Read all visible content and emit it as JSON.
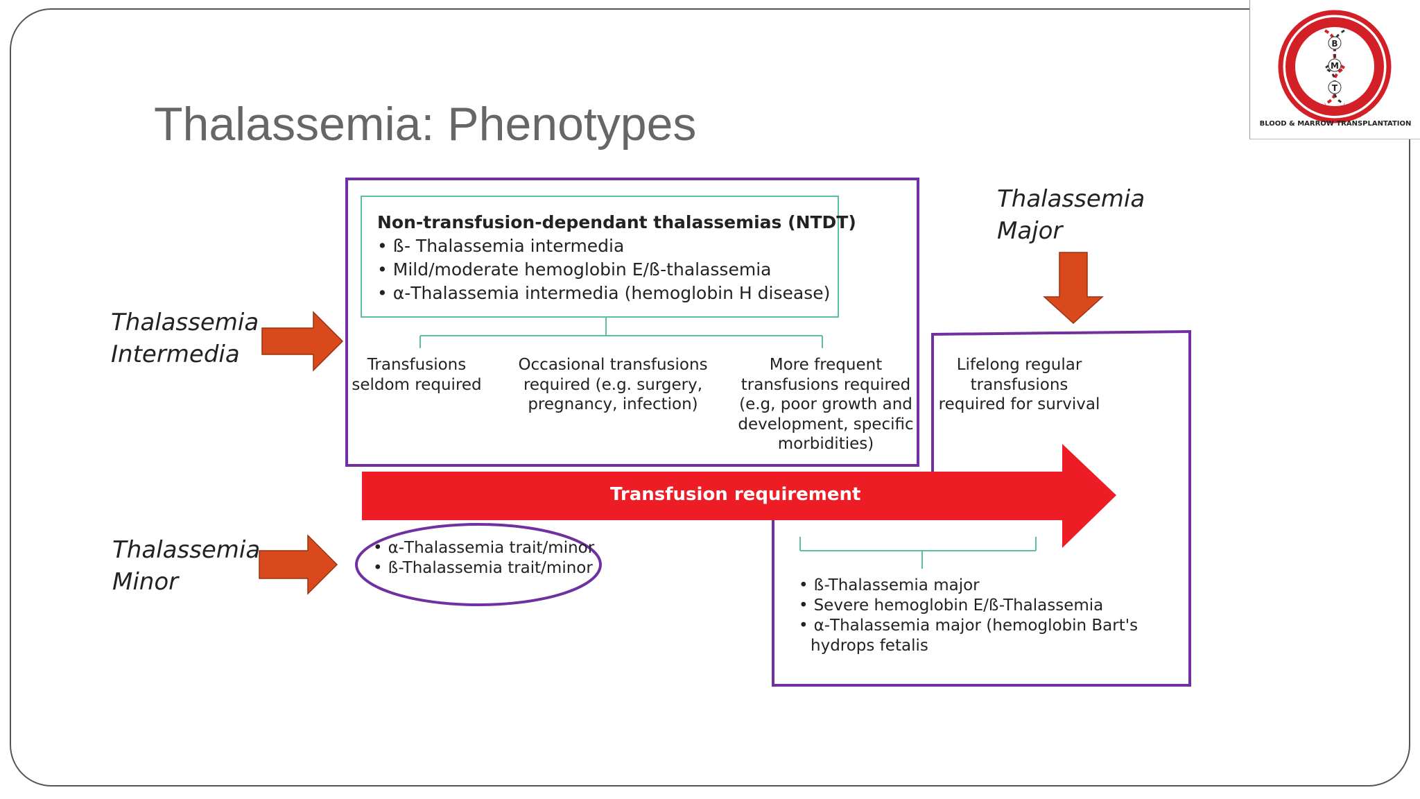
{
  "title": "Thalassemia: Phenotypes",
  "labels": {
    "intermedia": [
      "Thalassemia",
      "Intermedia"
    ],
    "minor": [
      "Thalassemia",
      "Minor"
    ],
    "major": [
      "Thalassemia",
      "Major"
    ]
  },
  "ntdt": {
    "heading": "Non-transfusion-dependant thalassemias (NTDT)",
    "items": [
      "ß- Thalassemia intermedia",
      "Mild/moderate hemoglobin E/ß-thalassemia",
      "α-Thalassemia intermedia (hemoglobin H disease)"
    ]
  },
  "levels": [
    {
      "lines": [
        "Transfusions",
        "seldom required"
      ]
    },
    {
      "lines": [
        "Occasional transfusions",
        "required (e.g. surgery,",
        "pregnancy, infection)"
      ]
    },
    {
      "lines": [
        "More frequent",
        "transfusions required",
        "(e.g, poor growth and",
        "development, specific",
        "morbidities)"
      ]
    },
    {
      "lines": [
        "Lifelong regular",
        "transfusions",
        "required for survival"
      ]
    }
  ],
  "bar_label": "Transfusion requirement",
  "minor_items": [
    "α-Thalassemia trait/minor",
    "ß-Thalassemia trait/minor"
  ],
  "major_items": [
    "ß-Thalassemia major",
    "Severe hemoglobin E/ß-Thalassemia",
    "α-Thalassemia major (hemoglobin Bart's",
    "hydrops fetalis"
  ],
  "colors": {
    "purple": "#7030a0",
    "teal": "#5cbf9c",
    "arrow_orange": "#d84a1b",
    "bar_red": "#ee1c25",
    "logo_red": "#d32027"
  },
  "logo": {
    "letters": [
      "B",
      "M",
      "T"
    ],
    "caption": "BLOOD & MARROW TRANSPLANTATION"
  }
}
